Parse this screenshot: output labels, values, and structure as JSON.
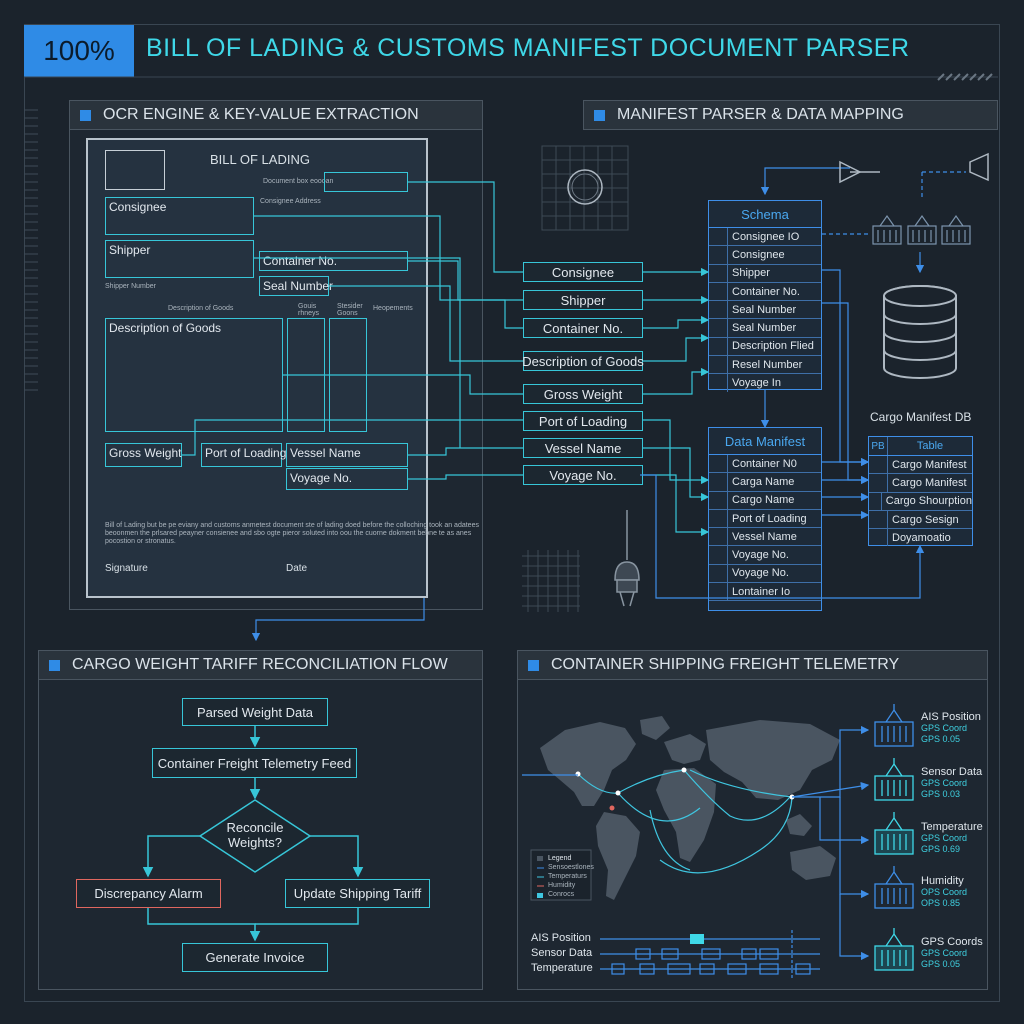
{
  "header": {
    "zoom": "100%",
    "title": "BILL OF LADING  & CUSTOMS MANIFEST DOCUMENT PARSER"
  },
  "panels": {
    "ocr": "OCR ENGINE & KEY-VALUE EXTRACTION",
    "parser": "MANIFEST PARSER & DATA MAPPING",
    "reconcile": "CARGO WEIGHT TARIFF RECONCILIATION FLOW",
    "telemetry": "CONTAINER SHIPPING FREIGHT TELEMETRY"
  },
  "document": {
    "title": "BILL OF LADING",
    "doc_no_label": "Document box eoooan",
    "consignee": "Consignee",
    "consignee_address": "Consignee Address",
    "shipper": "Shipper",
    "shipper_number": "Shipper Number",
    "container_no": "Container No.",
    "seal_number": "Seal Number",
    "desc_header": "Description of Goods",
    "col2_header": "Gouis\nrhneys",
    "col3_header": "Stesider\nGoons",
    "col4_header": "Heopements",
    "description": "Description of Goods",
    "gross_weight": "Gross Weight",
    "port_of_loading": "Port of Loading",
    "vessel_name": "Vessel Name",
    "voyage_no": "Voyage No.",
    "fine_print_1": "Bill of Lading but be pe eviany and customs anmetest document ste of lading doed before the colloching took an adatees",
    "fine_print_2": "beoonmen the prlsared peayner consienee and sbo ogte pieror soluted into oou the cuorne dokment bebne te as anes",
    "fine_print_3": "pocostion or stronatus.",
    "signature": "Signature",
    "date": "Date"
  },
  "extracted_fields": [
    "Consignee",
    "Shipper",
    "Container No.",
    "Description of Goods",
    "Gross Weight",
    "Port of Loading",
    "Vessel Name",
    "Voyage No."
  ],
  "schema": {
    "title": "Schema",
    "rows": [
      "Consignee IO",
      "Consignee",
      "Shipper",
      "Container No.",
      "Seal Number",
      "Seal Number",
      "Description Flied",
      "Resel Number",
      "Voyage In"
    ]
  },
  "data_manifest": {
    "title": "Data  Manifest",
    "rows": [
      "Container N0",
      "Carga Name",
      "Cargo Name",
      "Port of Loading",
      "Vessel Name",
      "Voyage No.",
      "Voyage No.",
      "Lontainer Io"
    ]
  },
  "cargo_db": {
    "title": "Cargo Manifest DB",
    "pk": "PB",
    "header": "Table",
    "rows": [
      "Cargo Manifest",
      "Cargo Manifest",
      "Cargo Shourption",
      "Cargo Sesign",
      "Doyamoatio"
    ]
  },
  "reconcile_flow": {
    "parsed": "Parsed Weight Data",
    "feed": "Container Freight Telemetry Feed",
    "decision": "Reconcile\nWeights?",
    "alarm": "Discrepancy Alarm",
    "update": "Update Shipping Tariff",
    "invoice": "Generate Invoice"
  },
  "telemetry": {
    "legend_title": "Legend",
    "legend": [
      "Sensoestlones",
      "Temperaturs",
      "Humidity",
      "Conrocs"
    ],
    "timeline_labels": [
      "AIS Position",
      "Sensor Data",
      "Temperature"
    ],
    "containers": [
      {
        "label": "AIS Position",
        "line1": "GPS Coord",
        "line2": "GPS 0.05"
      },
      {
        "label": "Sensor Data",
        "line1": "GPS Coord",
        "line2": "GPS 0.03"
      },
      {
        "label": "Temperature",
        "line1": "GPS Coord",
        "line2": "GPS 0.69"
      },
      {
        "label": "Humidity",
        "line1": "OPS Coord",
        "line2": "OPS 0.85"
      },
      {
        "label": "GPS Coords",
        "line1": "GPS Coord",
        "line2": "GPS 0.05"
      }
    ]
  },
  "colors": {
    "accent_blue": "#2f8be6",
    "accent_cyan": "#37c6d8",
    "alarm_red": "#e0675f",
    "background": "#1b232c"
  }
}
